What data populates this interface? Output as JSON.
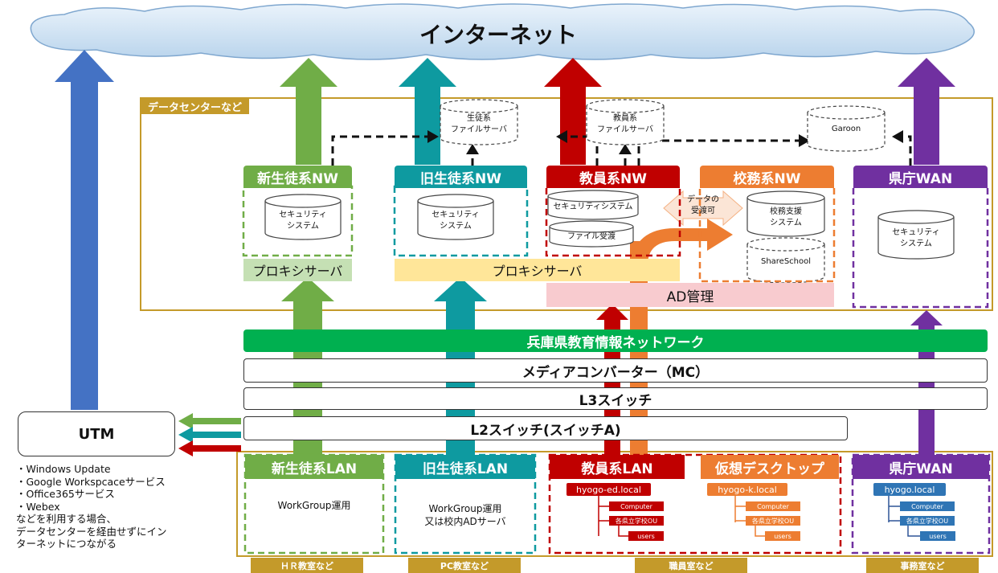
{
  "internet": {
    "label": "インターネット"
  },
  "datacenter": {
    "label": "データセンターなど"
  },
  "networks": {
    "new_student": {
      "label": "新生徒系NW",
      "color": "#70ad47"
    },
    "old_student": {
      "label": "旧生徒系NW",
      "color": "#0e9aa0"
    },
    "teacher": {
      "label": "教員系NW",
      "color": "#c00000"
    },
    "admin": {
      "label": "校務系NW",
      "color": "#ed7d31"
    },
    "pref": {
      "label": "県庁WAN",
      "color": "#7030a0"
    }
  },
  "servers": {
    "student_file": "生徒系\nファイルサーバ",
    "teacher_file": "教員系\nファイルサーバ",
    "garoon": "Garoon",
    "sec1": "セキュリティ\nシステム",
    "sec2": "セキュリティ\nシステム",
    "teacher_sec": "セキュリティシステム",
    "file_transfer": "ファイル受渡",
    "data_transfer": "データの\n受渡可",
    "admin_support": "校務支援\nシステム",
    "shareschool": "ShareSchool",
    "sec3": "セキュリティ\nシステム"
  },
  "proxy1": "プロキシサーバ",
  "proxy2": "プロキシサーバ",
  "ad": "AD管理",
  "hyogo_net": "兵庫県教育情報ネットワーク",
  "mc": "メディアコンバーター（MC）",
  "l3": "L3スイッチ",
  "l2": "L2スイッチ(スイッチA)",
  "utm": "UTM",
  "utm_note": [
    "・Windows Update",
    "・Google Workspcaceサービス",
    "・Office365サービス",
    "・Webex",
    "などを利用する場合、",
    "データセンターを経由せずにイン",
    "ターネットにつながる"
  ],
  "lans": {
    "new_student": {
      "label": "新生徒系LAN",
      "desc": "WorkGroup運用"
    },
    "old_student": {
      "label": "旧生徒系LAN",
      "desc1": "WorkGroup運用",
      "desc2": "又は校内ADサーバ"
    },
    "teacher": {
      "label": "教員系LAN",
      "domain": "hyogo-ed.local"
    },
    "virtual": {
      "label": "仮想デスクトップ",
      "domain": "hyogo-k.local"
    },
    "pref": {
      "label": "県庁WAN",
      "domain": "hyogo.local"
    }
  },
  "tree": {
    "computer": "Computer",
    "ou": "各県立学校OU",
    "users": "users"
  },
  "locations": [
    "ＨＲ教室など",
    "PC教室など",
    "職員室など",
    "事務室など"
  ]
}
